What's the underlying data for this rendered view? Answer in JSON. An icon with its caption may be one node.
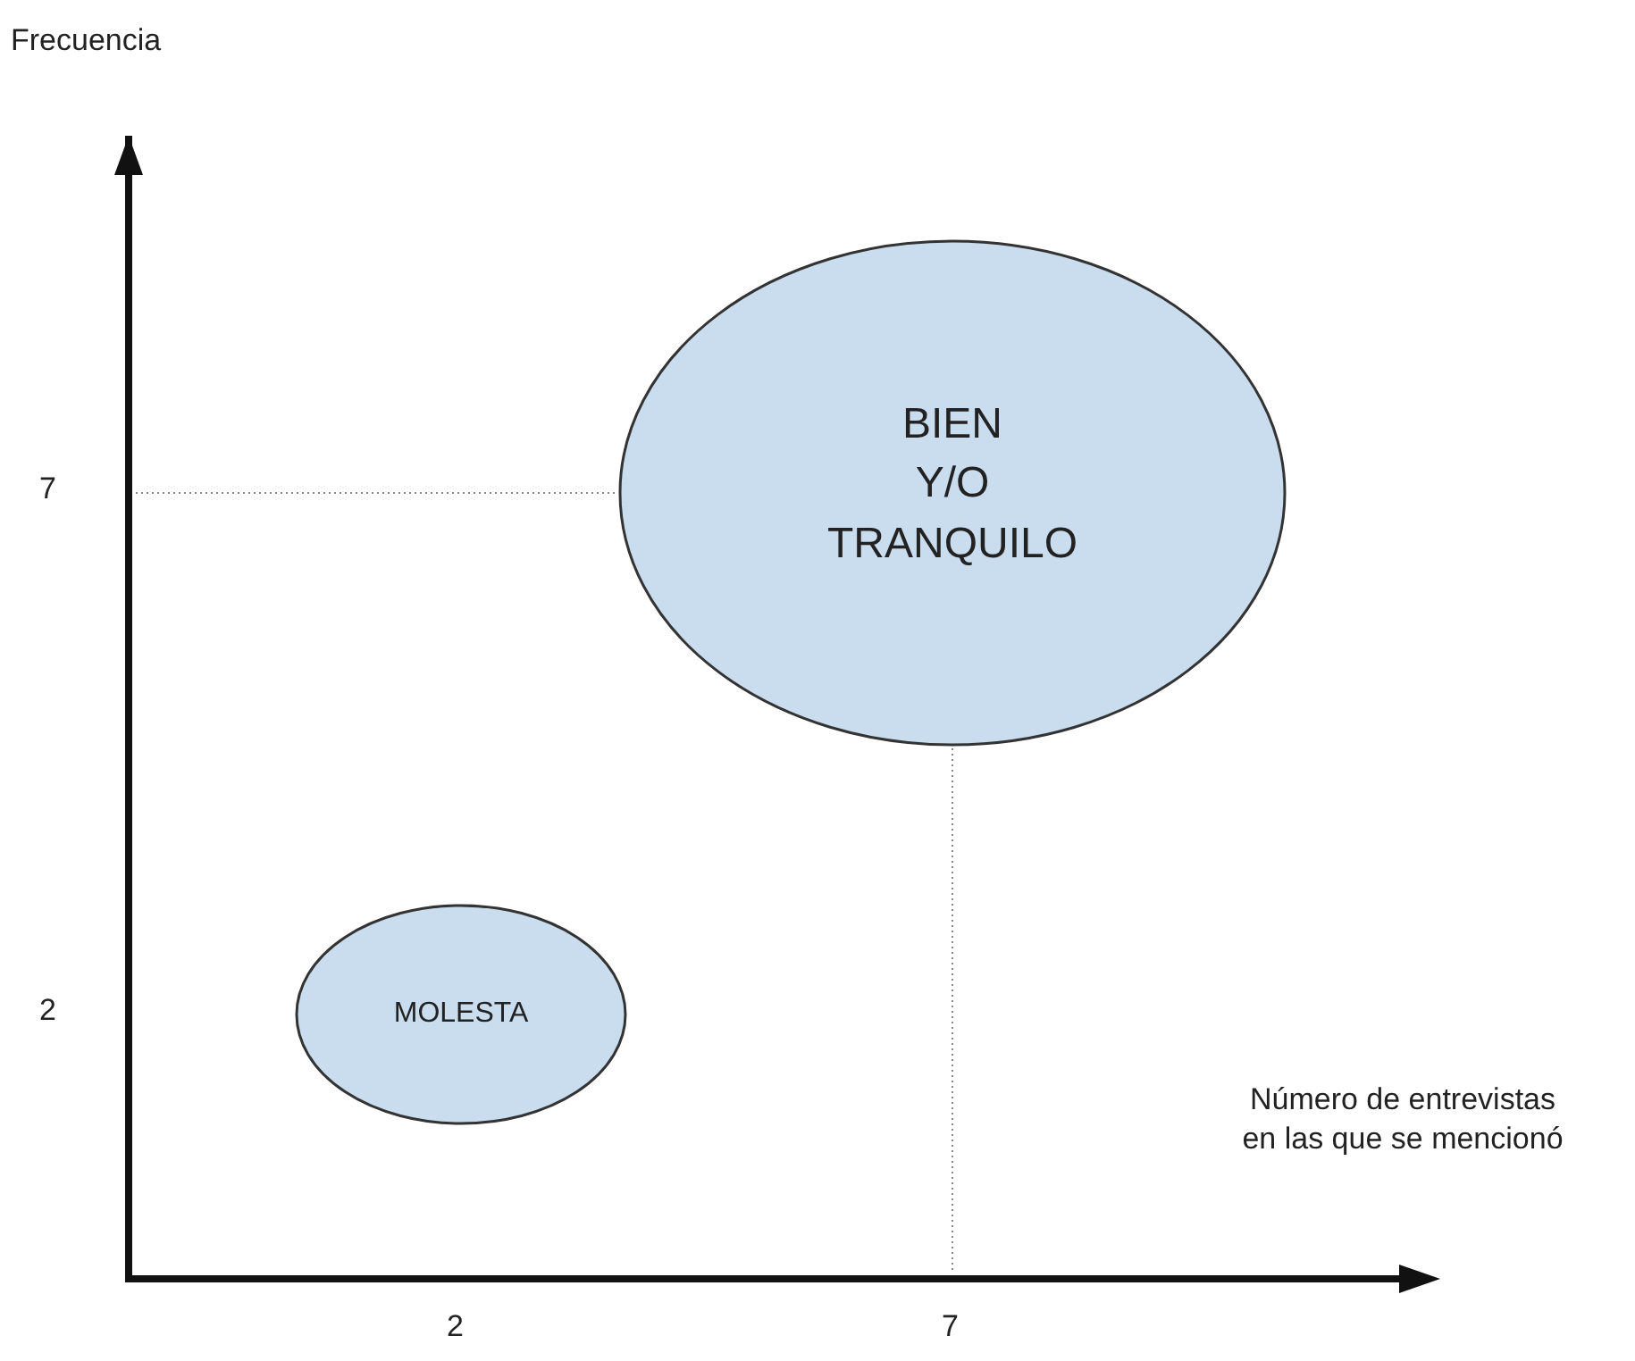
{
  "diagram": {
    "nodes": [
      {
        "text": [
          "BIEN Y/O TRANQUILO"
        ]
      },
      {
        "text": [
          "MOLESTA"
        ]
      }
    ],
    "labels": [
      "Frecuencia",
      "7",
      "2",
      "Número de entrevistas en las que se mencionó",
      "2",
      "7"
    ]
  }
}
